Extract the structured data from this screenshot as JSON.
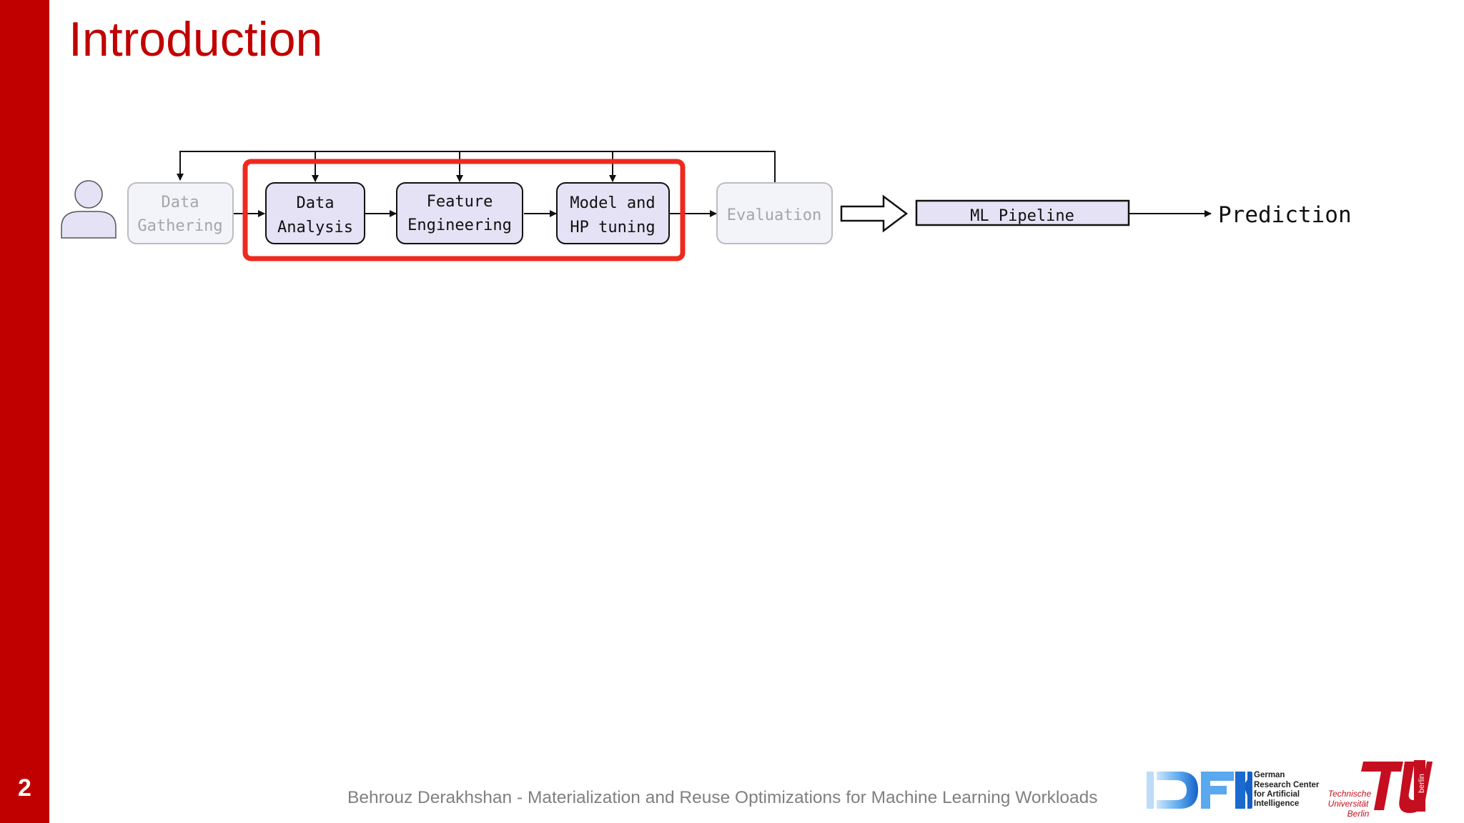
{
  "slide": {
    "number": "2",
    "title": "Introduction"
  },
  "diagram": {
    "steps": [
      {
        "lines": [
          "Data",
          "Gathering"
        ],
        "highlighted": false
      },
      {
        "lines": [
          "Data",
          "Analysis"
        ],
        "highlighted": true
      },
      {
        "lines": [
          "Feature",
          "Engineering"
        ],
        "highlighted": true
      },
      {
        "lines": [
          "Model and",
          "HP tuning"
        ],
        "highlighted": true
      },
      {
        "lines": [
          "Evaluation"
        ],
        "highlighted": false
      }
    ],
    "pipeline_label": "ML Pipeline",
    "output_label": "Prediction",
    "colors": {
      "box_fill": "#e4e2f4",
      "faded_box_fill": "#f3f3fa",
      "highlight": "#ee2a1e",
      "user_icon_fill": "#e4e2f4"
    }
  },
  "footer": {
    "text": "Behrouz Derakhshan - Materialization and Reuse Optimizations for Machine Learning Workloads",
    "dfki_lines": [
      "German",
      "Research Center",
      "for Artificial",
      "Intelligence"
    ],
    "tu_lines": [
      "Technische",
      "Universität",
      "Berlin"
    ],
    "tu_vertical": "berlin"
  }
}
